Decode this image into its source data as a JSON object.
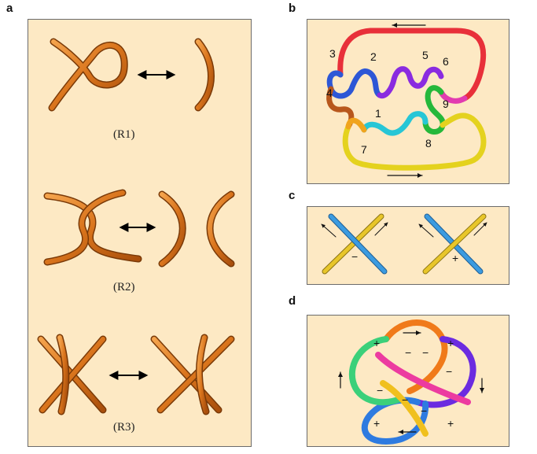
{
  "panels": {
    "a": {
      "letter": "a",
      "moves": [
        {
          "label": "(R1)"
        },
        {
          "label": "(R2)"
        },
        {
          "label": "(R3)"
        }
      ]
    },
    "b": {
      "letter": "b",
      "crossing_numbers": [
        "1",
        "2",
        "3",
        "4",
        "5",
        "6",
        "7",
        "8",
        "9"
      ]
    },
    "c": {
      "letter": "c",
      "crossings": [
        {
          "sign": "−"
        },
        {
          "sign": "+"
        }
      ]
    },
    "d": {
      "letter": "d",
      "signs": [
        "+",
        "+",
        "−",
        "−",
        "−",
        "−",
        "+",
        "+",
        "−",
        "−"
      ]
    }
  },
  "colors": {
    "panel_bg": "#fde9c4",
    "tube_orange": "#e8862a",
    "strand_blue": "#3b9be0",
    "strand_yellow": "#e8c62a"
  }
}
